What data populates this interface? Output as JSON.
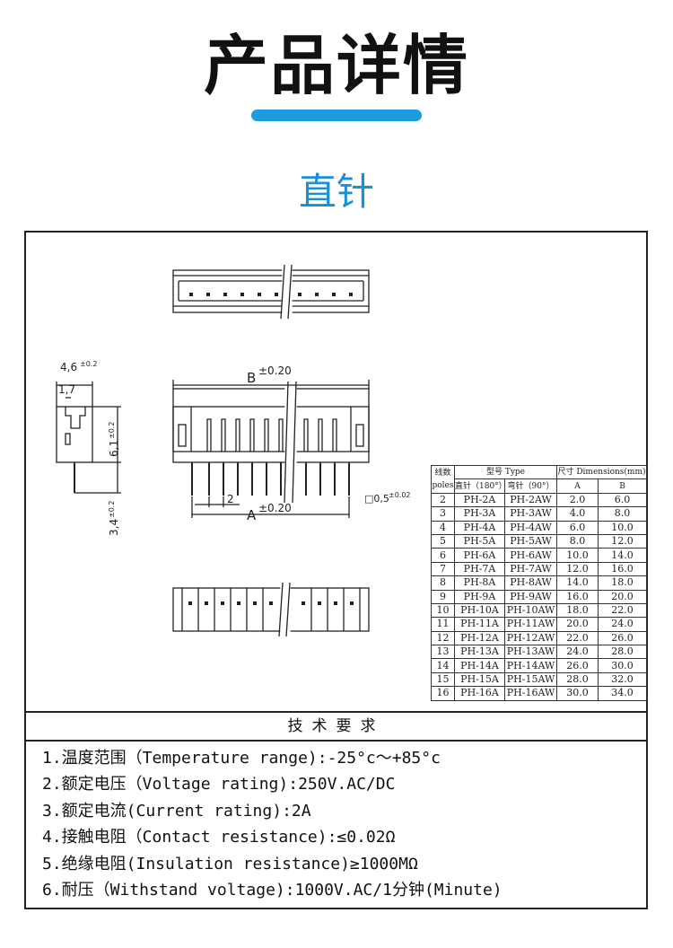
{
  "header": {
    "title": "产品详情",
    "subtitle": "直针"
  },
  "drawing": {
    "side_width_label": "4,6",
    "side_width_tol": "±0.2",
    "side_slot_label": "1,7",
    "side_height_label": "6,1",
    "side_height_tol": "±0.2",
    "pin_length_label": "3,4",
    "pin_length_tol": "±0.2",
    "dim_b_label": "B",
    "dim_b_tol": "±0.20",
    "pitch_label": "2",
    "dim_a_label": "A",
    "dim_a_tol": "±0.20",
    "pin_size_label": "□0,5",
    "pin_size_tol": "±0.02"
  },
  "table": {
    "head_poles_1": "线数",
    "head_poles_2": "poles",
    "head_type": "型号 Type",
    "head_dims": "尺寸 Dimensions(mm)",
    "head_straight": "直针（180°）",
    "head_right": "弯针（90°）",
    "head_a": "A",
    "head_b": "B",
    "rows": [
      [
        "2",
        "PH-2A",
        "PH-2AW",
        "2.0",
        "6.0"
      ],
      [
        "3",
        "PH-3A",
        "PH-3AW",
        "4.0",
        "8.0"
      ],
      [
        "4",
        "PH-4A",
        "PH-4AW",
        "6.0",
        "10.0"
      ],
      [
        "5",
        "PH-5A",
        "PH-5AW",
        "8.0",
        "12.0"
      ],
      [
        "6",
        "PH-6A",
        "PH-6AW",
        "10.0",
        "14.0"
      ],
      [
        "7",
        "PH-7A",
        "PH-7AW",
        "12.0",
        "16.0"
      ],
      [
        "8",
        "PH-8A",
        "PH-8AW",
        "14.0",
        "18.0"
      ],
      [
        "9",
        "PH-9A",
        "PH-9AW",
        "16.0",
        "20.0"
      ],
      [
        "10",
        "PH-10A",
        "PH-10AW",
        "18.0",
        "22.0"
      ],
      [
        "11",
        "PH-11A",
        "PH-11AW",
        "20.0",
        "24.0"
      ],
      [
        "12",
        "PH-12A",
        "PH-12AW",
        "22.0",
        "26.0"
      ],
      [
        "13",
        "PH-13A",
        "PH-13AW",
        "24.0",
        "28.0"
      ],
      [
        "14",
        "PH-14A",
        "PH-14AW",
        "26.0",
        "30.0"
      ],
      [
        "15",
        "PH-15A",
        "PH-15AW",
        "28.0",
        "32.0"
      ],
      [
        "16",
        "PH-16A",
        "PH-16AW",
        "30.0",
        "34.0"
      ]
    ]
  },
  "specs": {
    "header": "技术要求",
    "lines": [
      "1.温度范围（Temperature range):-25°c～+85°c",
      "2.额定电压（Voltage rating):250V.AC/DC",
      "3.额定电流(Current rating):2A",
      "4.接触电阻（Contact resistance):≤0.02Ω",
      "5.绝缘电阻(Insulation resistance)≥1000MΩ",
      "6.耐压（Withstand voltage):1000V.AC/1分钟(Minute)"
    ]
  }
}
